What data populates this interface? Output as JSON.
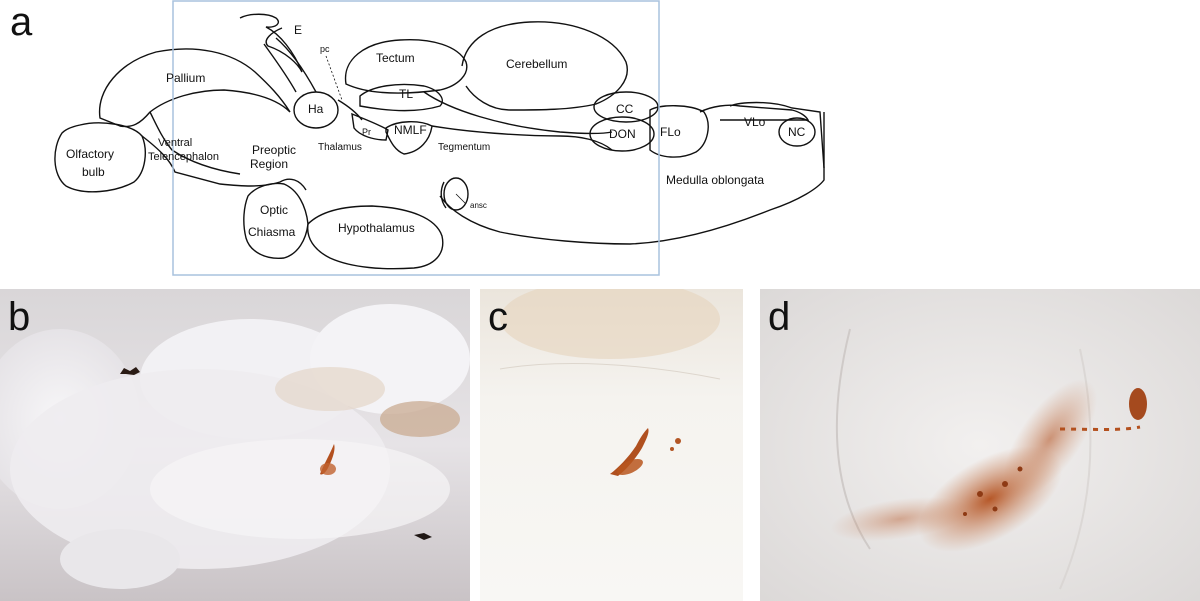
{
  "panels": {
    "a": "a",
    "b": "b",
    "c": "c",
    "d": "d"
  },
  "diagram_labels": {
    "e": "E",
    "pc": "pc",
    "tectum": "Tectum",
    "cerebellum": "Cerebellum",
    "pallium": "Pallium",
    "ha": "Ha",
    "tl": "TL",
    "cc": "CC",
    "don": "DON",
    "flo": "FLo",
    "vlo": "VLo",
    "nc": "NC",
    "pr": "Pr",
    "nmlf": "NMLF",
    "olfactory_line1": "Olfactory",
    "olfactory_line2": "bulb",
    "ventral_line1": "Ventral",
    "ventral_line2": "Telencephalon",
    "preoptic_line1": "Preoptic",
    "preoptic_line2": "Region",
    "thalamus": "Thalamus",
    "tegmentum": "Tegmentum",
    "medulla": "Medulla oblongata",
    "ansc": "ansc",
    "optic_line1": "Optic",
    "optic_line2": "Chiasma",
    "hypothalamus": "Hypothalamus"
  },
  "colors": {
    "outline": "#111111",
    "inset_box": "#a9c2de",
    "stain": "#b3501e"
  }
}
